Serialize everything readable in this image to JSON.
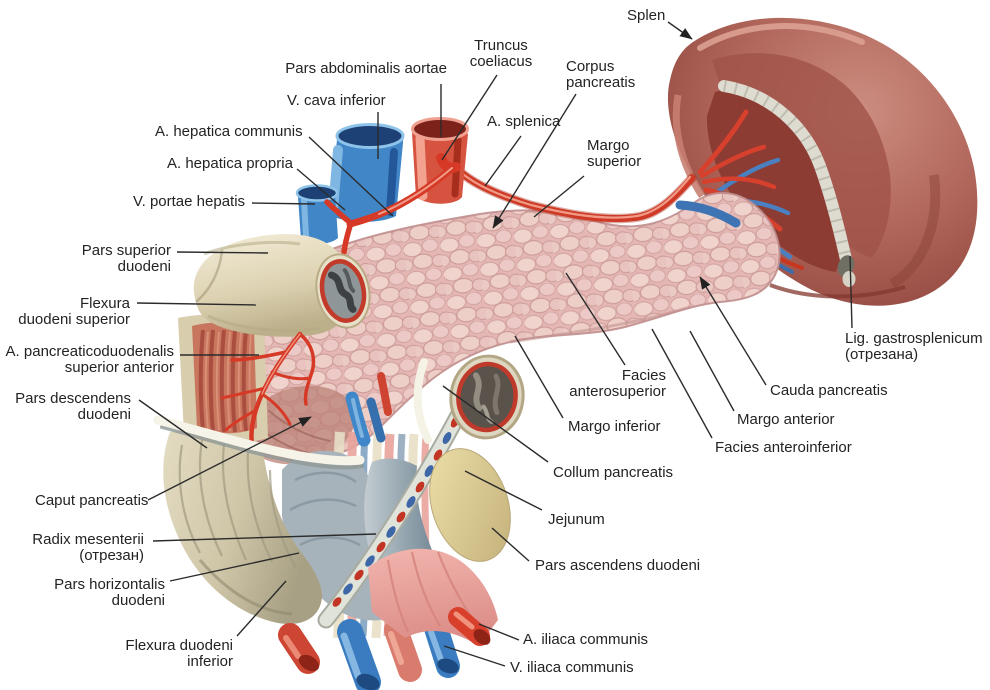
{
  "labels": {
    "splen": "Splen",
    "truncus_coeliacus": "Truncus\ncoeliacus",
    "pars_abdominalis_aortae": "Pars abdominalis aortae",
    "corpus_pancreatis": "Corpus\npancreatis",
    "v_cava_inferior": "V. cava inferior",
    "a_splenica": "A. splenica",
    "a_hepatica_communis": "A. hepatica communis",
    "margo_superior": "Margo\nsuperior",
    "a_hepatica_propria": "A. hepatica propria",
    "v_portae_hepatis": "V. portae hepatis",
    "pars_superior_duodeni": "Pars superior\nduodeni",
    "flexura_duodeni_superior": "Flexura\nduodeni superior",
    "a_pancreaticoduodenalis": "A. pancreaticoduodenalis\nsuperior anterior",
    "pars_descendens_duodeni": "Pars descendens\nduodeni",
    "lig_gastrosplenicum": "Lig. gastrosplenicum\n(отрезана)",
    "cauda_pancreatis": "Cauda pancreatis",
    "facies_anterosuperior": "Facies\nanterosuperior",
    "margo_anterior": "Margo anterior",
    "margo_inferior": "Margo inferior",
    "facies_anteroinferior": "Facies anteroinferior",
    "collum_pancreatis": "Collum pancreatis",
    "caput_pancreatis": "Caput pancreatis",
    "jejunum": "Jejunum",
    "radix_mesenterii": "Radix mesenterii\n(отрезан)",
    "pars_ascendens_duodeni": "Pars ascendens duodeni",
    "pars_horizontalis_duodeni": "Pars horizontalis\nduodeni",
    "flexura_duodeni_inferior": "Flexura duodeni\ninferior",
    "a_iliaca_communis": "A. iliaca communis",
    "v_iliaca_communis": "V. iliaca communis"
  },
  "colors": {
    "background": "#ffffff",
    "label_text": "#232323",
    "leader_line": "#2b2b2b",
    "artery_red": "#cf3a26",
    "vein_blue": "#3c7fc0",
    "pancreas_pink": "#e7bfbd",
    "duodenum_cream": "#ddd3b4",
    "spleen_maroon": "#a45a50",
    "ligament_gray": "#dedbd0"
  }
}
